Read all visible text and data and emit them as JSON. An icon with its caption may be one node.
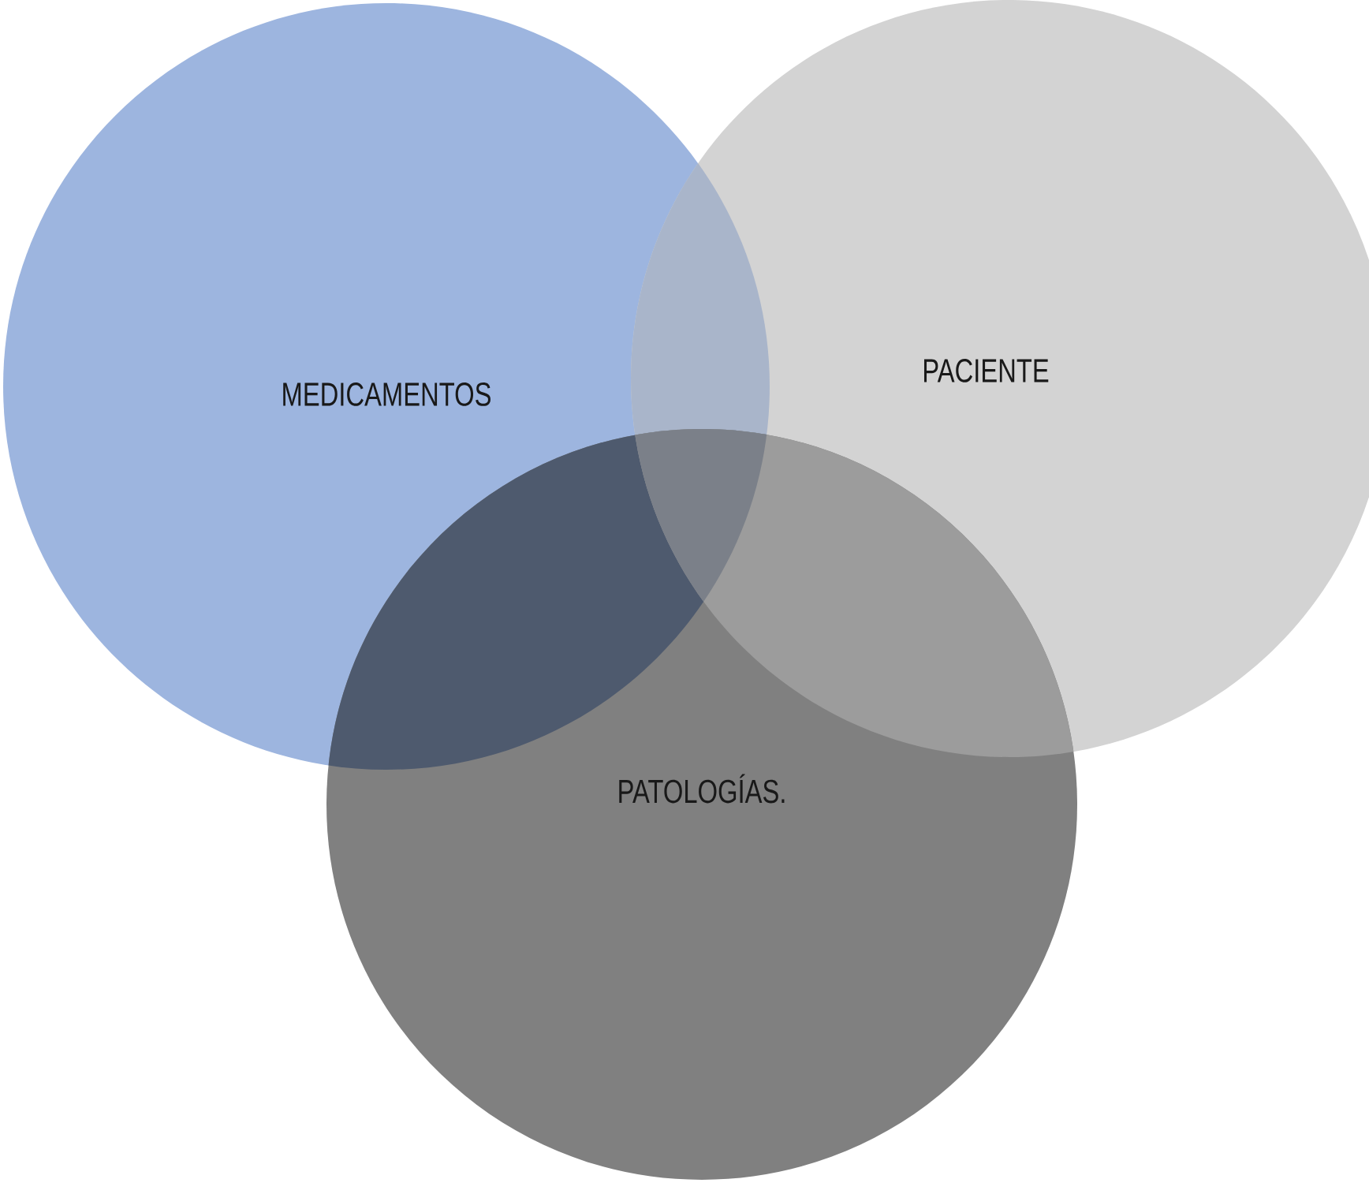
{
  "diagram": {
    "nodes": [
      {
        "text": [
          "MEDICAMENTOS"
        ]
      },
      {
        "text": [
          "PACIENTE"
        ]
      },
      {
        "text": [
          "PATOLOGÍAS."
        ]
      }
    ]
  }
}
